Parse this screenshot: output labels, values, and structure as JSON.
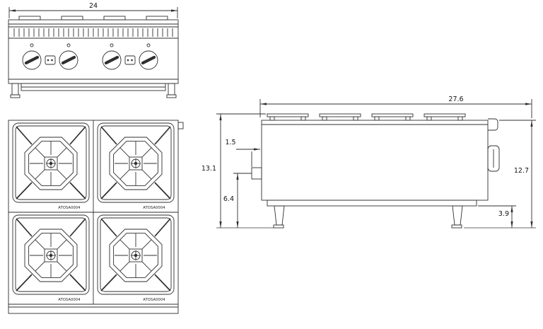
{
  "front_view": {
    "width_dim": "24"
  },
  "top_view": {
    "burner_labels": [
      "ATOSA0004",
      "ATOSA0004",
      "ATOSA0004",
      "ATOSA0004"
    ]
  },
  "side_view": {
    "depth_dim": "27.6",
    "inlet_offset_dim": "1.5",
    "overall_height_dim": "13.1",
    "inlet_height_dim": "6.4",
    "leg_height_dim": "3.9",
    "body_height_dim": "12.7"
  }
}
